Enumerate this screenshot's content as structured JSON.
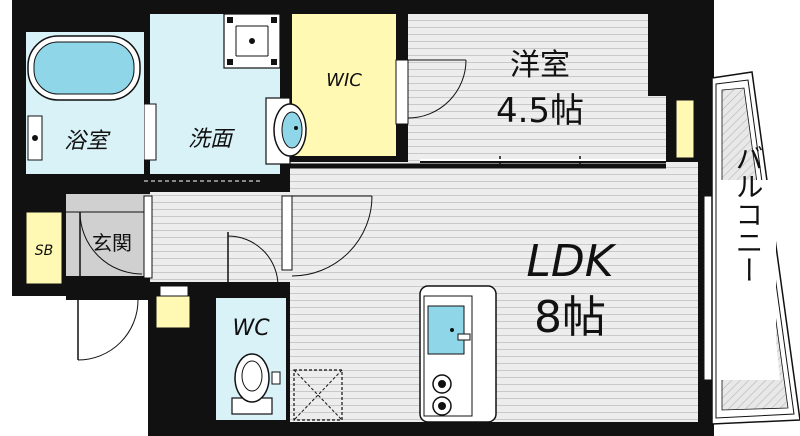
{
  "rooms": {
    "western": {
      "name": "洋室",
      "size": "4.5帖"
    },
    "ldk": {
      "name": "LDK",
      "size": "8帖"
    },
    "bath": {
      "name": "浴室"
    },
    "washroom": {
      "name": "洗面"
    },
    "entrance": {
      "name": "玄関"
    },
    "shoebox": {
      "name": "SB"
    },
    "wic": {
      "name": "WIC"
    },
    "toilet": {
      "name": "WC"
    },
    "balcony": {
      "name": "バルコニー"
    }
  },
  "colors": {
    "wall": "#111111",
    "floor": "#ededed",
    "floor_lines": "#c9c9c9",
    "wet_area": "#d9f2f8",
    "closet": "#fff9b3",
    "entrance_floor": "#d0d0d0",
    "bathtub": "#8fd6e8",
    "balcony": "#dedede"
  }
}
